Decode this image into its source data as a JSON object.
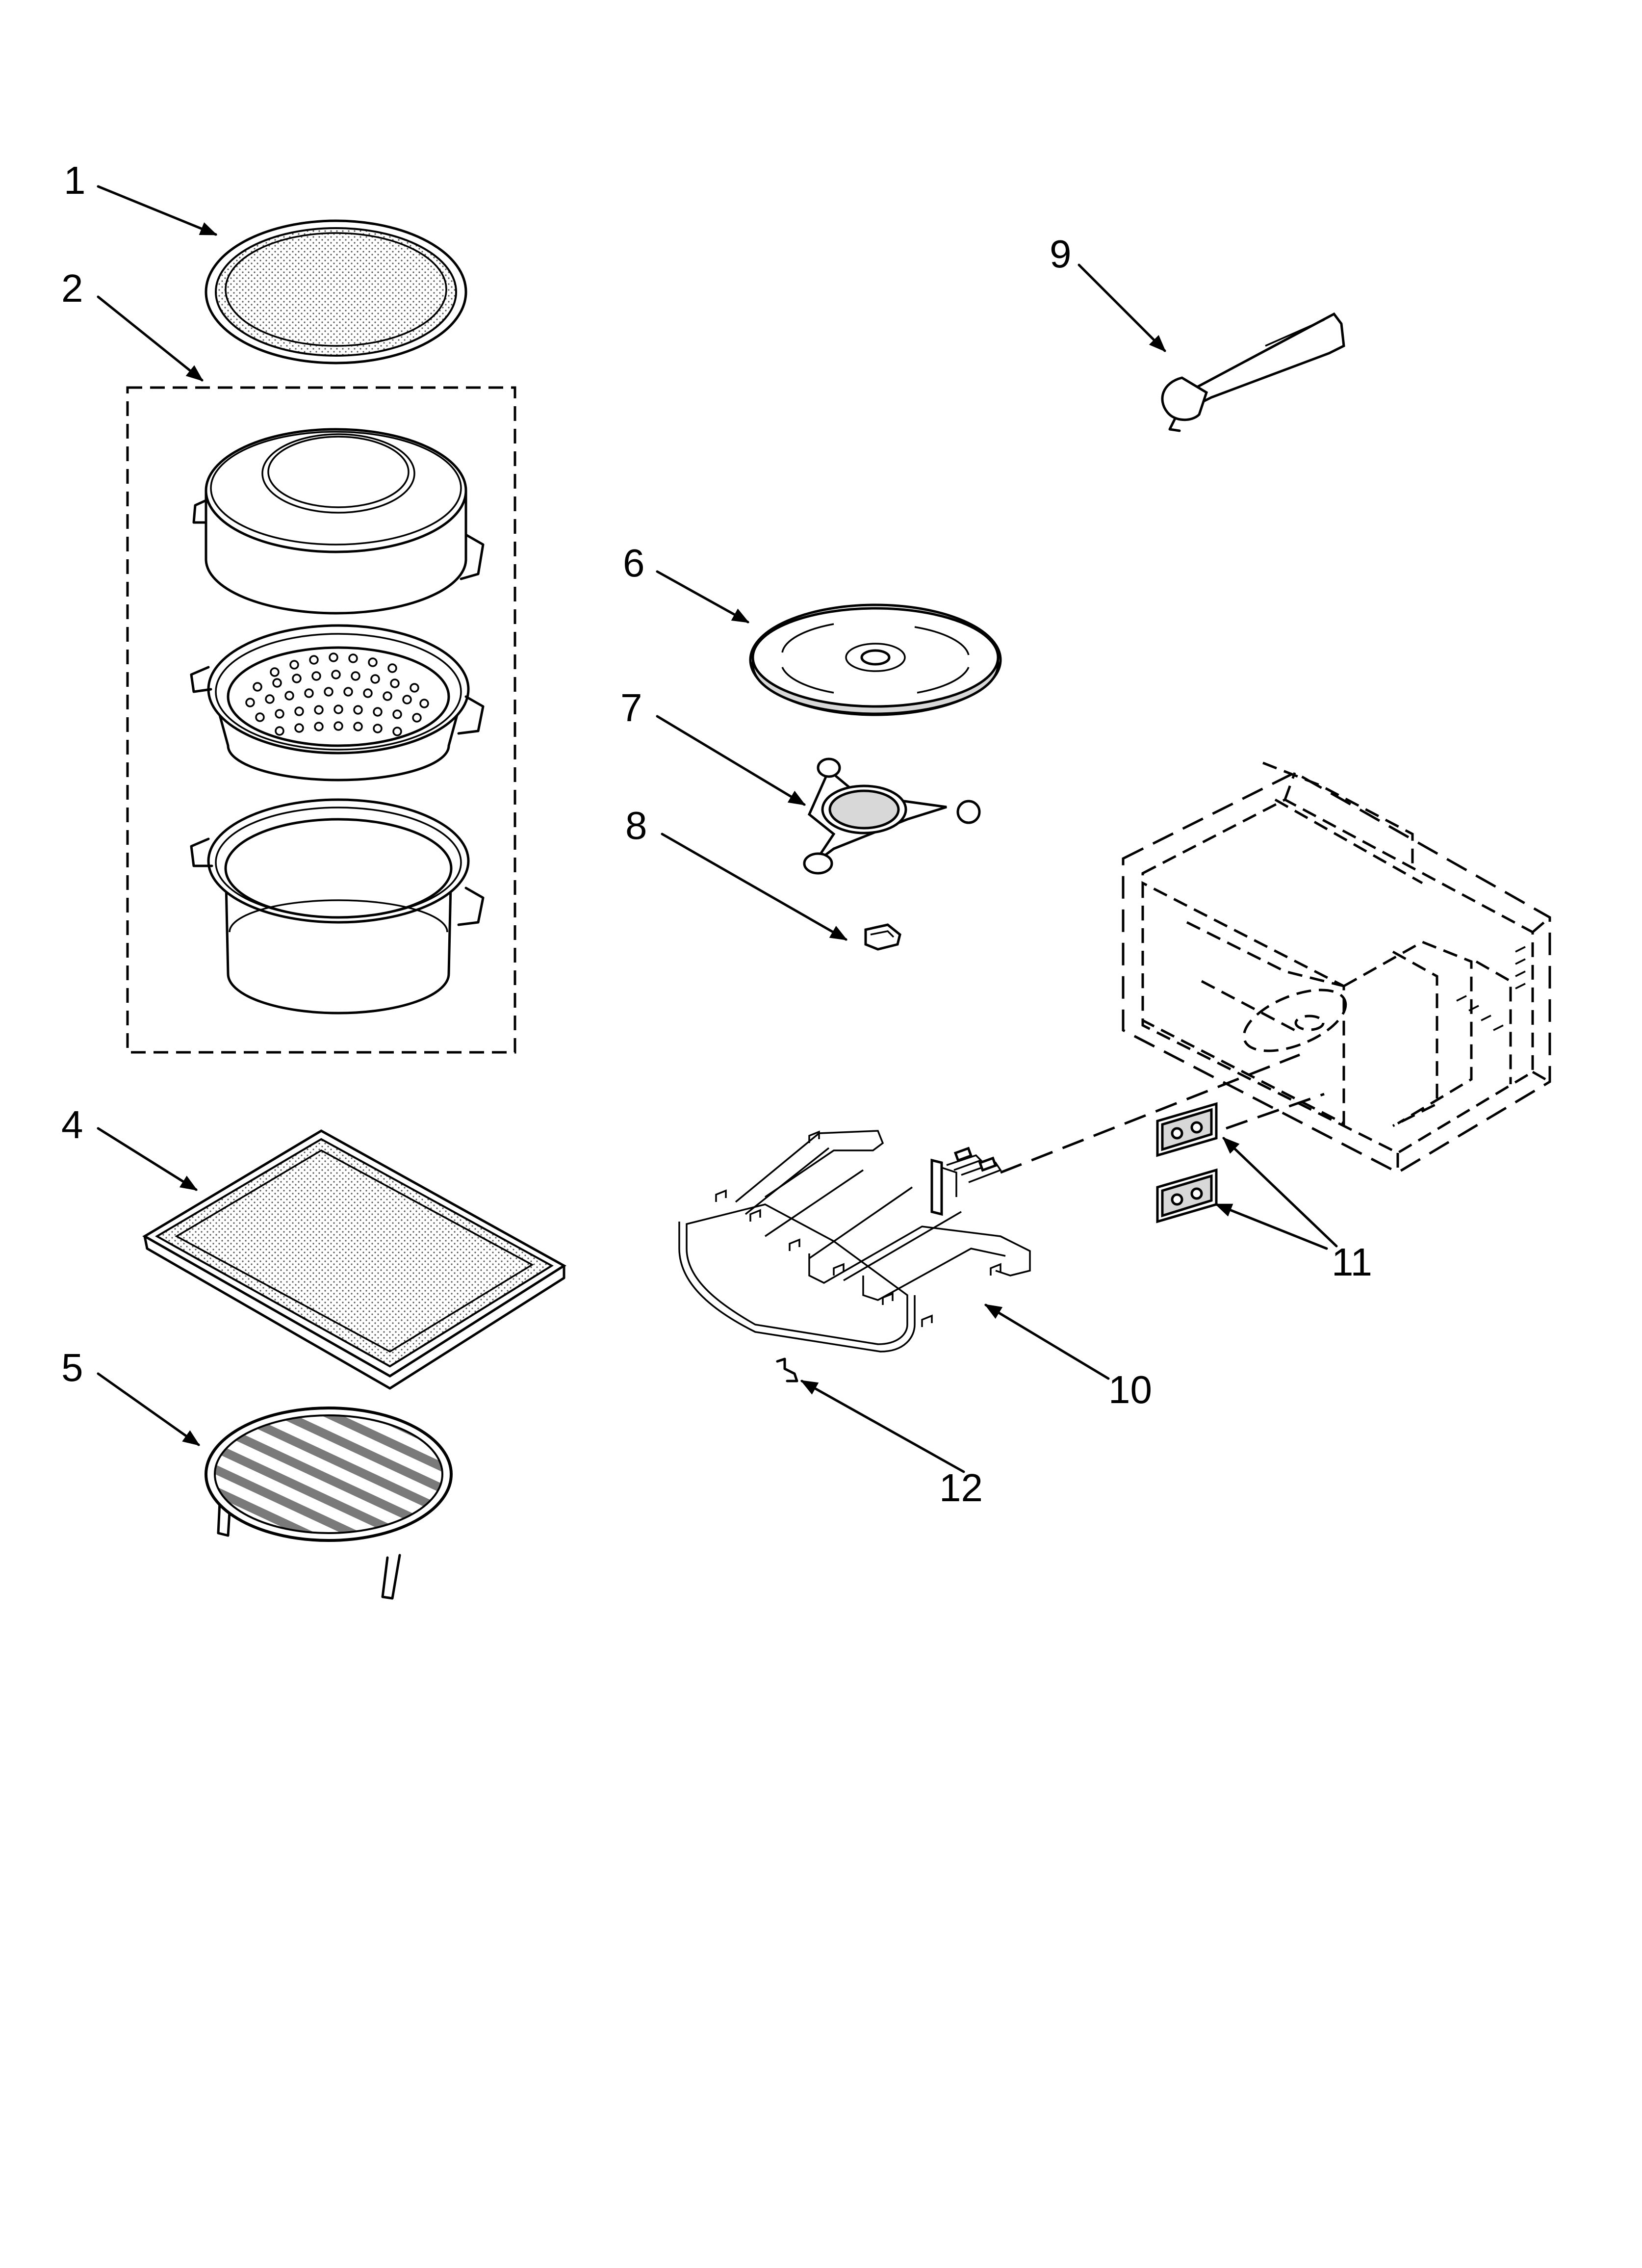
{
  "diagram": {
    "callouts": [
      {
        "id": "1",
        "label": "1"
      },
      {
        "id": "2",
        "label": "2"
      },
      {
        "id": "4",
        "label": "4"
      },
      {
        "id": "5",
        "label": "5"
      },
      {
        "id": "6",
        "label": "6"
      },
      {
        "id": "7",
        "label": "7"
      },
      {
        "id": "8",
        "label": "8"
      },
      {
        "id": "9",
        "label": "9"
      },
      {
        "id": "10",
        "label": "10"
      },
      {
        "id": "11",
        "label": "11"
      },
      {
        "id": "12",
        "label": "12"
      }
    ]
  }
}
